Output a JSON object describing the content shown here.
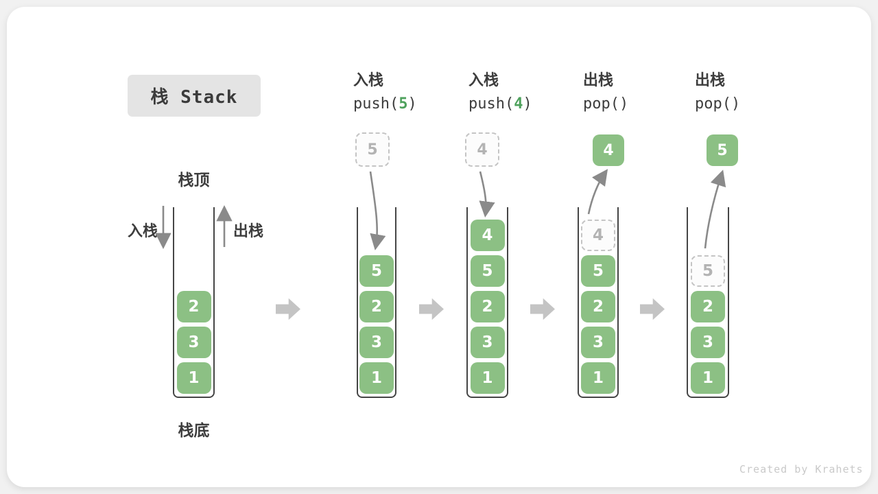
{
  "title": "栈 Stack",
  "watermark": "Created by Krahets",
  "colors": {
    "item_green": "#8cc084",
    "code_arg_green": "#4ea15c",
    "curve_arrow_gray": "#8a8a8a",
    "step_arrow_gray": "#c4c4c4",
    "ghost_gray": "#b3b3b3",
    "card_bg": "#ffffff",
    "page_bg": "#f1f1f1"
  },
  "stack_labels": {
    "top": "栈顶",
    "bottom": "栈底",
    "push_side": "入栈",
    "pop_side": "出栈"
  },
  "operations": [
    {
      "name_cn": "入栈",
      "code": "push(",
      "arg": "5",
      "code_end": ")"
    },
    {
      "name_cn": "入栈",
      "code": "push(",
      "arg": "4",
      "code_end": ")"
    },
    {
      "name_cn": "出栈",
      "code": "pop()",
      "arg": "",
      "code_end": ""
    },
    {
      "name_cn": "出栈",
      "code": "pop()",
      "arg": "",
      "code_end": ""
    }
  ],
  "floating_values": {
    "push_5": "5",
    "push_4": "4",
    "pop_4": "4",
    "pop_5": "5"
  },
  "stacks": [
    {
      "ghost": "",
      "items": [
        "2",
        "3",
        "1"
      ]
    },
    {
      "ghost": "",
      "items": [
        "5",
        "2",
        "3",
        "1"
      ]
    },
    {
      "ghost": "",
      "items": [
        "4",
        "5",
        "2",
        "3",
        "1"
      ]
    },
    {
      "ghost": "4",
      "items": [
        "5",
        "2",
        "3",
        "1"
      ]
    },
    {
      "ghost": "5",
      "items": [
        "2",
        "3",
        "1"
      ]
    }
  ]
}
